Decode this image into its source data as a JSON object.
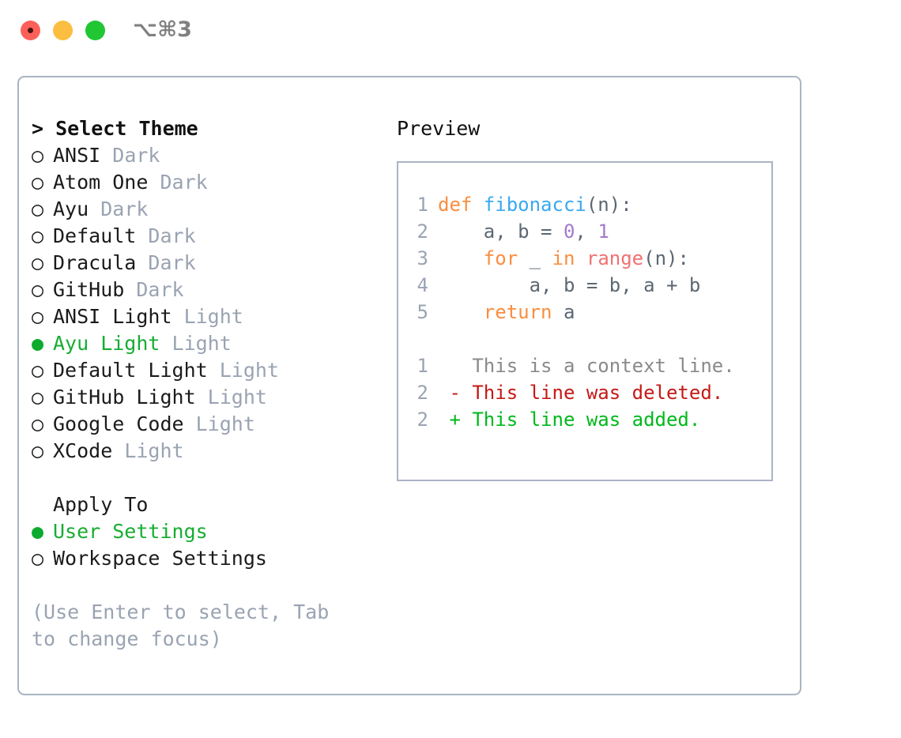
{
  "titlebar": {
    "shortcut": "⌥⌘3",
    "dots": [
      {
        "name": "close",
        "color": "#fb6159"
      },
      {
        "name": "minimize",
        "color": "#fbbe40"
      },
      {
        "name": "maximize",
        "color": "#20c732"
      }
    ]
  },
  "theme_picker": {
    "heading": "> Select Theme",
    "selected_bullet": "●",
    "unselected_bullet": "○",
    "options": [
      {
        "name": "ANSI",
        "tag": "Dark",
        "selected": false
      },
      {
        "name": "Atom One",
        "tag": "Dark",
        "selected": false
      },
      {
        "name": "Ayu",
        "tag": "Dark",
        "selected": false
      },
      {
        "name": "Default",
        "tag": "Dark",
        "selected": false
      },
      {
        "name": "Dracula",
        "tag": "Dark",
        "selected": false
      },
      {
        "name": "GitHub",
        "tag": "Dark",
        "selected": false
      },
      {
        "name": "ANSI Light",
        "tag": "Light",
        "selected": false
      },
      {
        "name": "Ayu Light",
        "tag": "Light",
        "selected": true
      },
      {
        "name": "Default Light",
        "tag": "Light",
        "selected": false
      },
      {
        "name": "GitHub Light",
        "tag": "Light",
        "selected": false
      },
      {
        "name": "Google Code",
        "tag": "Light",
        "selected": false
      },
      {
        "name": "XCode",
        "tag": "Light",
        "selected": false
      }
    ]
  },
  "apply_to": {
    "heading": "Apply To",
    "options": [
      {
        "name": "User Settings",
        "selected": true
      },
      {
        "name": "Workspace Settings",
        "selected": false
      }
    ]
  },
  "hint": "(Use Enter to select, Tab to change focus)",
  "preview": {
    "heading": "Preview",
    "code_lines": [
      {
        "no": "1",
        "tokens": [
          {
            "t": "def ",
            "c": "kw"
          },
          {
            "t": "fibonacci",
            "c": "fn"
          },
          {
            "t": "(n):",
            "c": "punc"
          }
        ]
      },
      {
        "no": "2",
        "tokens": [
          {
            "t": "    a, b = ",
            "c": "var"
          },
          {
            "t": "0",
            "c": "num"
          },
          {
            "t": ", ",
            "c": "punc"
          },
          {
            "t": "1",
            "c": "num"
          }
        ]
      },
      {
        "no": "3",
        "tokens": [
          {
            "t": "    ",
            "c": "var"
          },
          {
            "t": "for",
            "c": "kw"
          },
          {
            "t": " _ ",
            "c": "var"
          },
          {
            "t": "in",
            "c": "kw"
          },
          {
            "t": " ",
            "c": "var"
          },
          {
            "t": "range",
            "c": "builtin"
          },
          {
            "t": "(n):",
            "c": "punc"
          }
        ]
      },
      {
        "no": "4",
        "tokens": [
          {
            "t": "        a, b = b, a + b",
            "c": "var"
          }
        ]
      },
      {
        "no": "5",
        "tokens": [
          {
            "t": "    ",
            "c": "var"
          },
          {
            "t": "return",
            "c": "kw"
          },
          {
            "t": " a",
            "c": "var"
          }
        ]
      }
    ],
    "diff_lines": [
      {
        "no": "1",
        "marker": " ",
        "text": "This is a context line.",
        "kind": "diff-ctx"
      },
      {
        "no": "2",
        "marker": "-",
        "text": "This line was deleted.",
        "kind": "diff-del"
      },
      {
        "no": "2",
        "marker": "+",
        "text": "This line was added.",
        "kind": "diff-add"
      }
    ]
  },
  "colors": {
    "accent_green": "#17ad32",
    "border": "#aab4c4",
    "muted": "#9aa3b2",
    "keyword": "#fa8d3e",
    "function": "#39a9f0",
    "number": "#a37acc",
    "builtin": "#f07171",
    "diff_add": "#00b81b",
    "diff_del": "#c41a16"
  }
}
